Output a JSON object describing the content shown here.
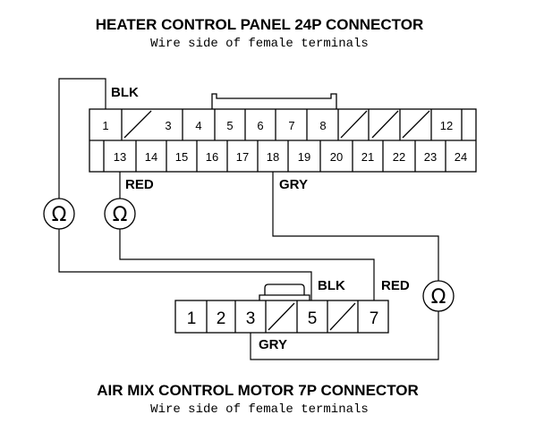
{
  "heater_connector": {
    "title": "HEATER CONTROL PANEL 24P CONNECTOR",
    "subtitle": "Wire side of female terminals",
    "top_row": [
      "1",
      "",
      "3",
      "4",
      "5",
      "6",
      "7",
      "8",
      "",
      "",
      "",
      "12"
    ],
    "bottom_row": [
      "13",
      "14",
      "15",
      "16",
      "17",
      "18",
      "19",
      "20",
      "21",
      "22",
      "23",
      "24"
    ]
  },
  "motor_connector": {
    "title": "AIR MIX CONTROL MOTOR 7P CONNECTOR",
    "subtitle": "Wire side of female terminals",
    "pins": [
      "1",
      "2",
      "3",
      "",
      "5",
      "",
      "7"
    ]
  },
  "wire_labels": {
    "blk_top": "BLK",
    "red_top": "RED",
    "gry_top": "GRY",
    "blk_bottom": "BLK",
    "red_bottom": "RED",
    "gry_bottom": "GRY"
  },
  "meters": {
    "symbol": "Ω"
  }
}
